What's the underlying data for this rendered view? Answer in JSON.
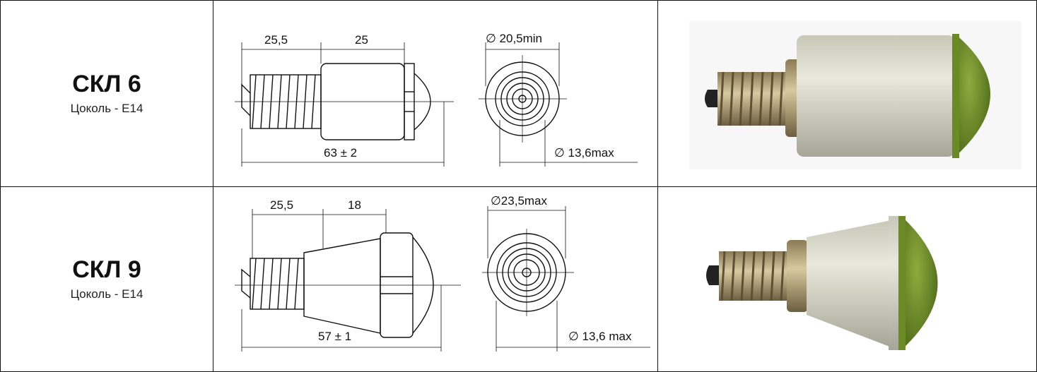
{
  "rows": [
    {
      "model": "СКЛ 6",
      "base": "Цоколь - Е14",
      "dims": {
        "base_len": "25,5",
        "body_len": "25",
        "total_len": "63 ± 2",
        "outer_diam": "∅ 20,5min",
        "inner_diam": "∅ 13,6max"
      },
      "photo_icon": "green-indicator-lamp-photo"
    },
    {
      "model": "СКЛ 9",
      "base": "Цоколь - Е14",
      "dims": {
        "base_len": "25,5",
        "body_len": "18",
        "total_len": "57 ± 1",
        "outer_diam": "∅23,5max",
        "inner_diam": "∅ 13,6 max"
      },
      "photo_icon": "green-indicator-lamp-photo"
    }
  ],
  "colors": {
    "line": "#111111",
    "lamp_body": "#dcdcd0",
    "lamp_cap": "#6f8f2a",
    "metal": "#b9a57a"
  }
}
